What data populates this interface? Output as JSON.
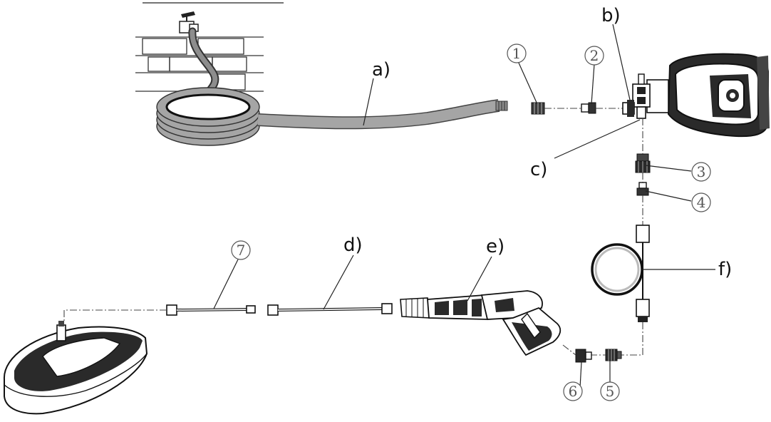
{
  "labels": {
    "a": "a)",
    "b": "b)",
    "c": "c)",
    "d": "d)",
    "e": "e)",
    "f": "f)"
  },
  "numbers": {
    "n1": "1",
    "n2": "2",
    "n3": "3",
    "n4": "4",
    "n5": "5",
    "n6": "6",
    "n7": "7"
  }
}
